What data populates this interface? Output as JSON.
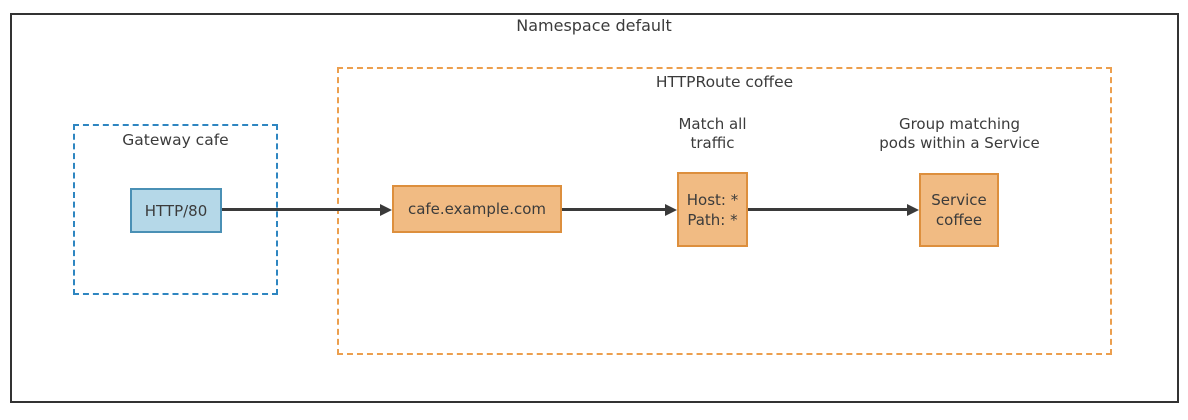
{
  "colors": {
    "text": "#3b3b3b",
    "outer_border": "#333333",
    "arrow": "#3a3a3a",
    "gateway_dashed_border": "#2e86c1",
    "listener_fill": "#b5d8e8",
    "listener_border": "#4a90b5",
    "httproute_dashed_border": "#ec9f4e",
    "route_node_fill": "#f1bb83",
    "route_node_border": "#dd8f3d"
  },
  "namespace": {
    "title": "Namespace default"
  },
  "gateway": {
    "label": "Gateway cafe",
    "listener_node": "HTTP/80"
  },
  "httproute": {
    "label": "HTTPRoute coffee",
    "hostname_node": "cafe.example.com",
    "match_annotation": {
      "line1": "Match all",
      "line2": "traffic"
    },
    "match_node": {
      "line1": "Host: *",
      "line2": "Path: *"
    },
    "service_annotation": {
      "line1": "Group matching",
      "line2": "pods within a Service"
    },
    "service_node": {
      "line1": "Service",
      "line2": "coffee"
    }
  }
}
